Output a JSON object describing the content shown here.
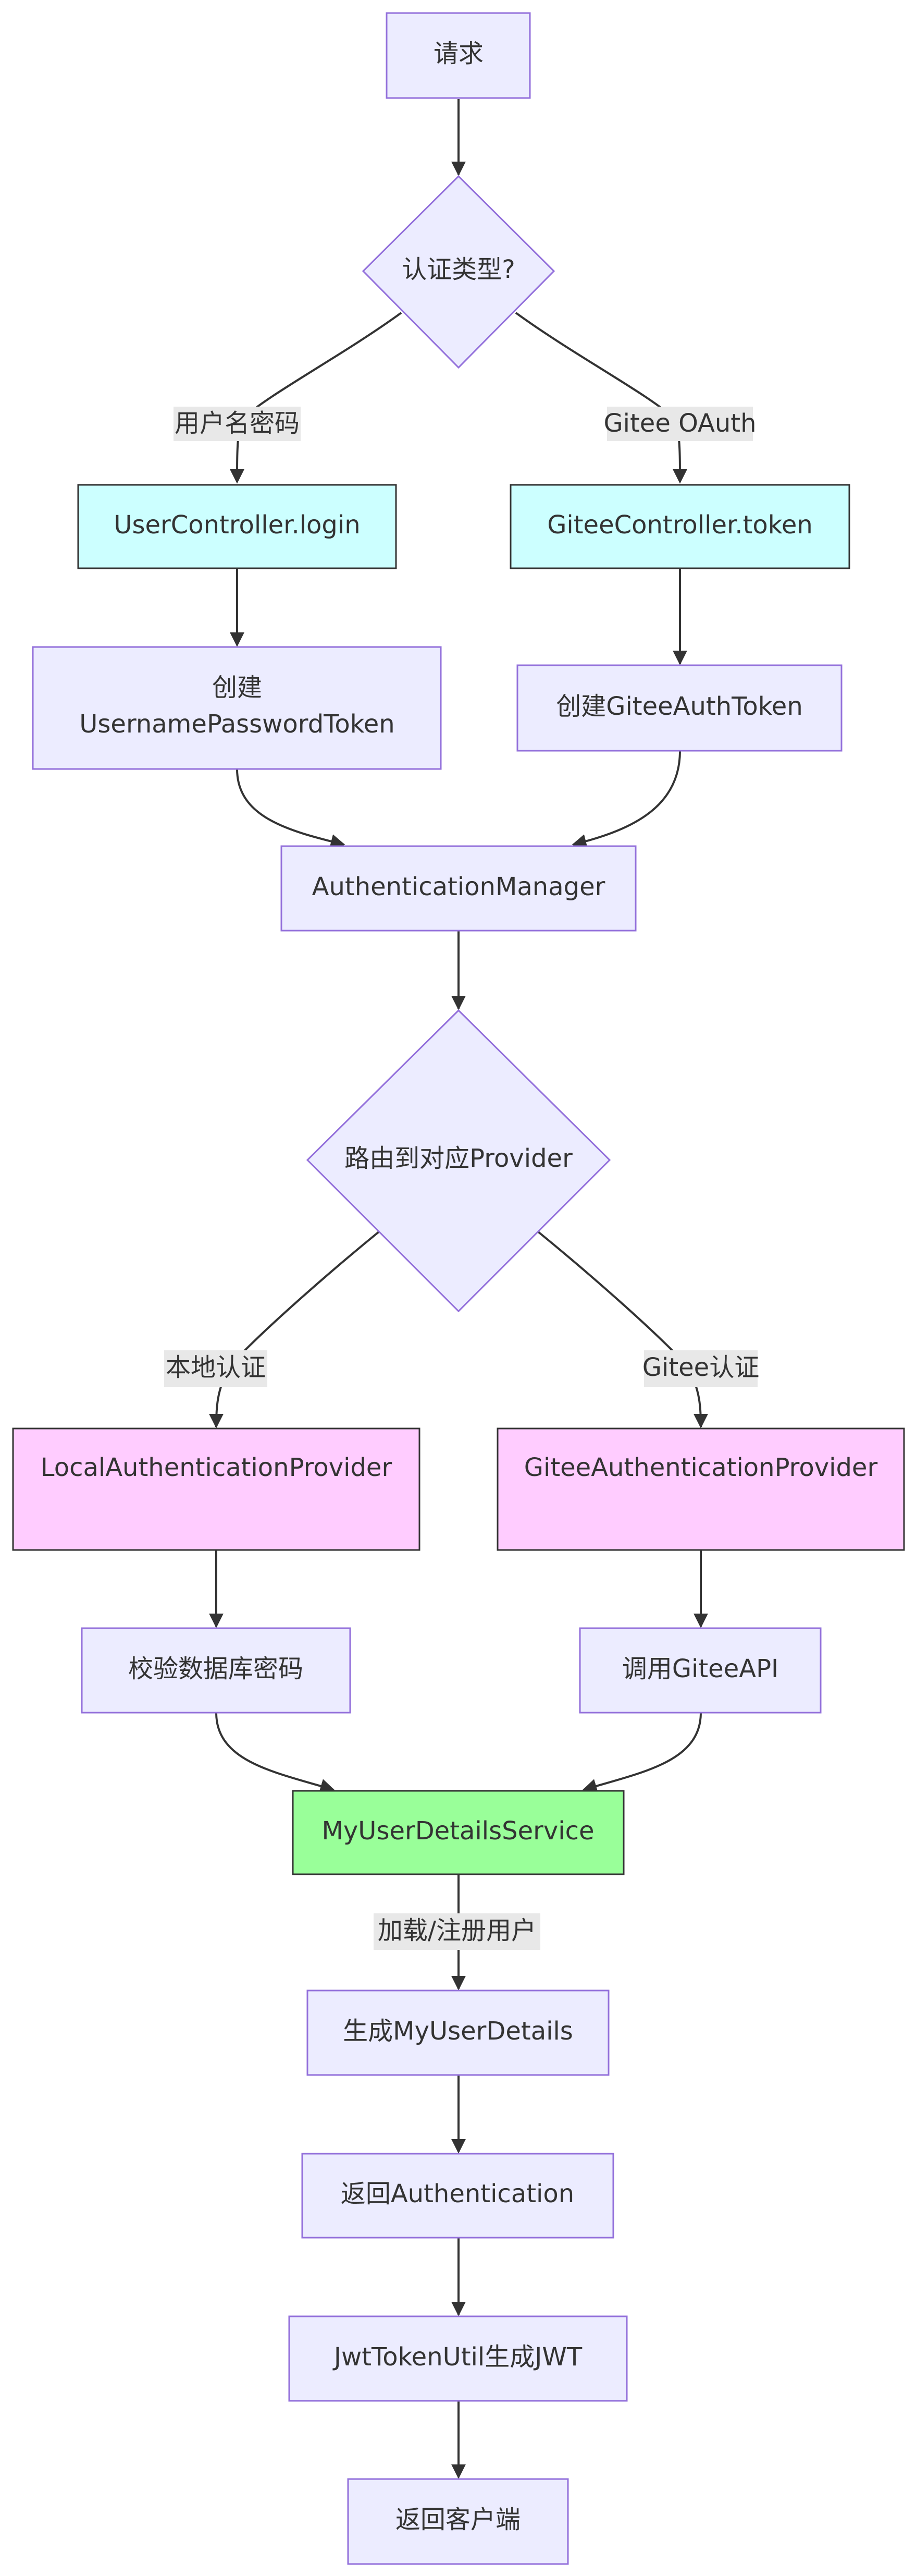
{
  "nodes": {
    "request": "请求",
    "auth_type": "认证类型?",
    "user_controller": "UserController.login",
    "gitee_controller": "GiteeController.token",
    "create_up_token_line1": "创建",
    "create_up_token_line2": "UsernamePasswordToken",
    "create_gitee_token": "创建GiteeAuthToken",
    "auth_manager": "AuthenticationManager",
    "route_provider": "路由到对应Provider",
    "local_provider": "LocalAuthenticationProvider",
    "gitee_provider": "GiteeAuthenticationProvider",
    "verify_password": "校验数据库密码",
    "call_gitee_api": "调用GiteeAPI",
    "user_details_service": "MyUserDetailsService",
    "gen_user_details": "生成MyUserDetails",
    "return_auth": "返回Authentication",
    "jwt_util": "JwtTokenUtil生成JWT",
    "return_client": "返回客户端"
  },
  "edge_labels": {
    "username_password": "用户名密码",
    "gitee_oauth": "Gitee OAuth",
    "local_auth": "本地认证",
    "gitee_auth": "Gitee认证",
    "load_register": "加载/注册用户"
  },
  "colors": {
    "default_fill": "#ECECFF",
    "default_stroke": "#9370DB",
    "controller_fill": "#CCFFFF",
    "provider_fill": "#FFCCFF",
    "service_fill": "#99FF99",
    "dark_stroke": "#333333",
    "edge": "#333333",
    "label_bg": "#E8E8E8"
  }
}
